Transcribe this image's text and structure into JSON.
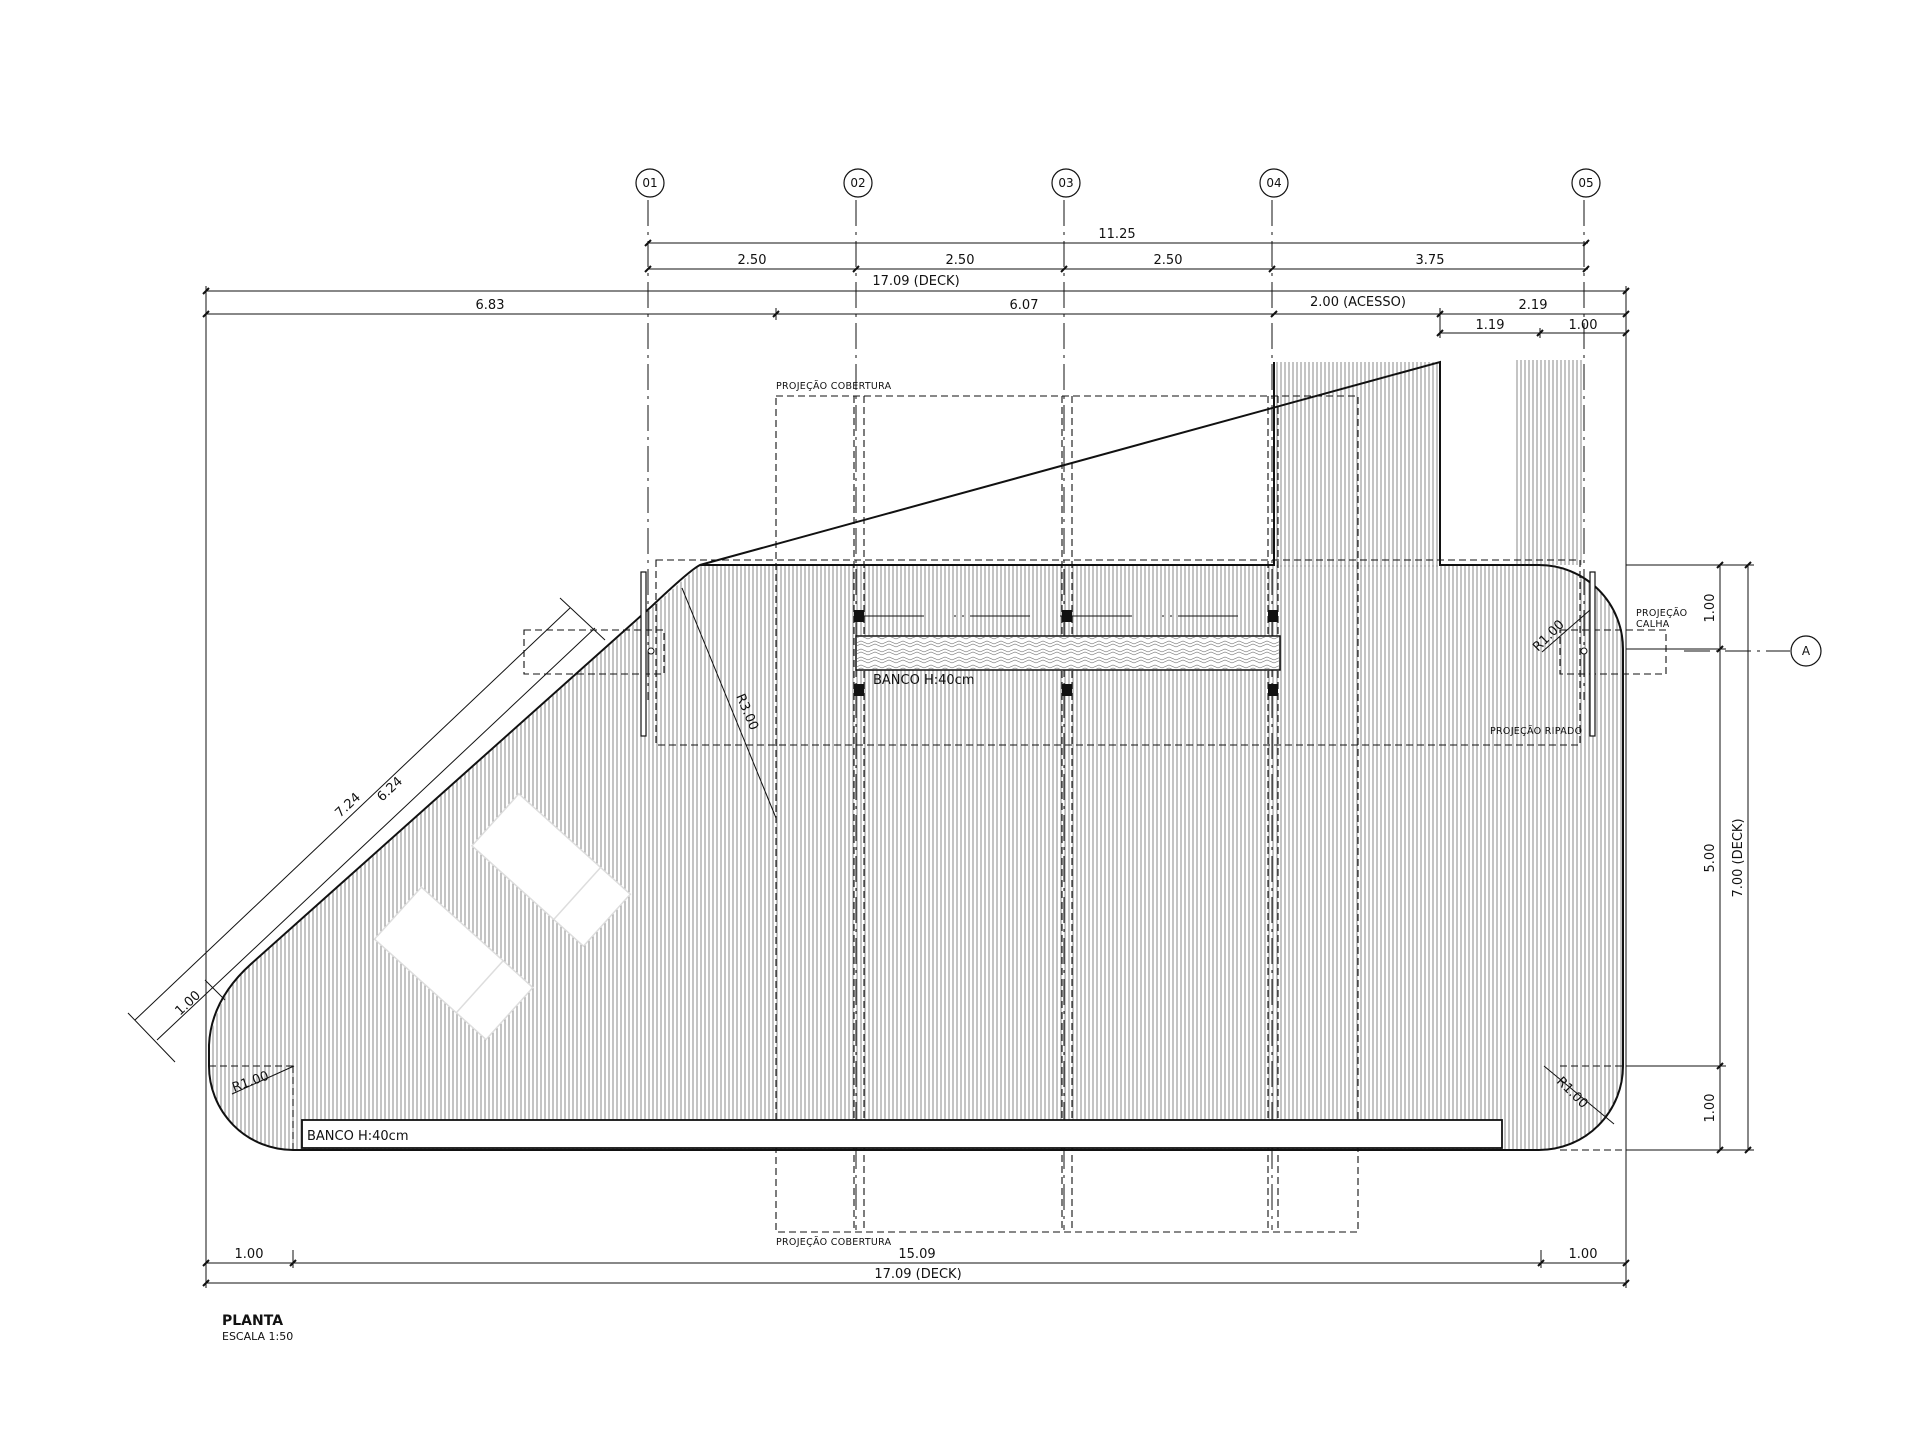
{
  "title_block": {
    "title": "PLANTA",
    "scale": "ESCALA 1:50"
  },
  "grid_axes": [
    "01",
    "02",
    "03",
    "04",
    "05"
  ],
  "section_marker": "A",
  "top_dimensions": {
    "total": "11.25",
    "bays": [
      "2.50",
      "2.50",
      "2.50",
      "3.75"
    ],
    "deck_total": "17.09 (DECK)",
    "left": "6.83",
    "middle": "6.07",
    "access": "2.00 (ACESSO)",
    "right_total": "2.19",
    "right_a": "1.19",
    "right_b": "1.00"
  },
  "bottom_dimensions": {
    "left": "1.00",
    "middle": "15.09",
    "right": "1.00",
    "deck_total": "17.09 (DECK)"
  },
  "right_dimensions": {
    "top": "1.00",
    "middle": "5.00",
    "bottom": "1.00",
    "deck_total": "7.00 (DECK)"
  },
  "diagonal_dimensions": {
    "outer": "7.24",
    "inner": "6.24",
    "offset": "1.00"
  },
  "radii": {
    "large": "R3.00",
    "top_right": "R1.00",
    "bottom_left": "R1.00",
    "bottom_right": "R1.00"
  },
  "annotations": {
    "roof_projection_top": "PROJEÇÃO COBERTURA",
    "roof_projection_bottom": "PROJEÇÃO COBERTURA",
    "gutter_projection_line1": "PROJEÇÃO",
    "gutter_projection_line2": "CALHA",
    "slat_projection": "PROJEÇÃO RIPADO",
    "bench_upper": "BANCO H:40cm",
    "bench_lower": "BANCO H:40cm"
  }
}
